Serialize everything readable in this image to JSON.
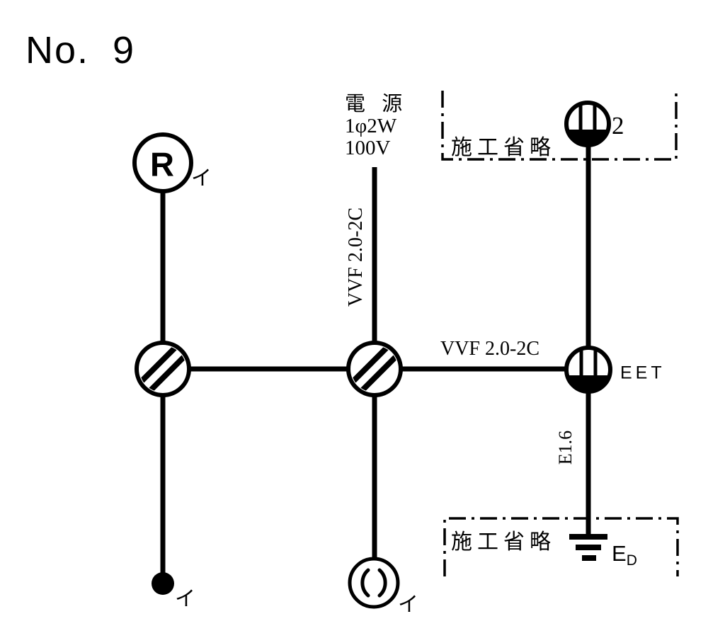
{
  "title": "No. 9",
  "colors": {
    "ink": "#000000",
    "background": "#ffffff"
  },
  "power_source": {
    "line1": "電 源",
    "line2": "1φ2W",
    "line3": "100V"
  },
  "cables": {
    "vertical_label": "VVF 2.0-2C",
    "horizontal_label": "VVF 2.0-2C",
    "ground_conductor_label": "E1.6"
  },
  "construction_omitted": {
    "top_label": "施工省略",
    "bottom_label": "施工省略"
  },
  "devices": {
    "lamp_receptacle": {
      "letter": "R",
      "circuit": "イ"
    },
    "switch": {
      "circuit": "イ"
    },
    "ceiling_rosette": {
      "circuit": "イ"
    },
    "outlet_top": {
      "count": "2"
    },
    "outlet_right": {
      "label": "EET"
    },
    "ground": {
      "main": "E",
      "sub": "D"
    }
  },
  "icons": {
    "joint_box": "hatched-circle-joint-box",
    "outlet": "circle-outlet-bottom-filled",
    "switch": "filled-dot-switch",
    "ceiling_rosette": "circle-with-parentheses",
    "ground": "three-bar-earth"
  }
}
